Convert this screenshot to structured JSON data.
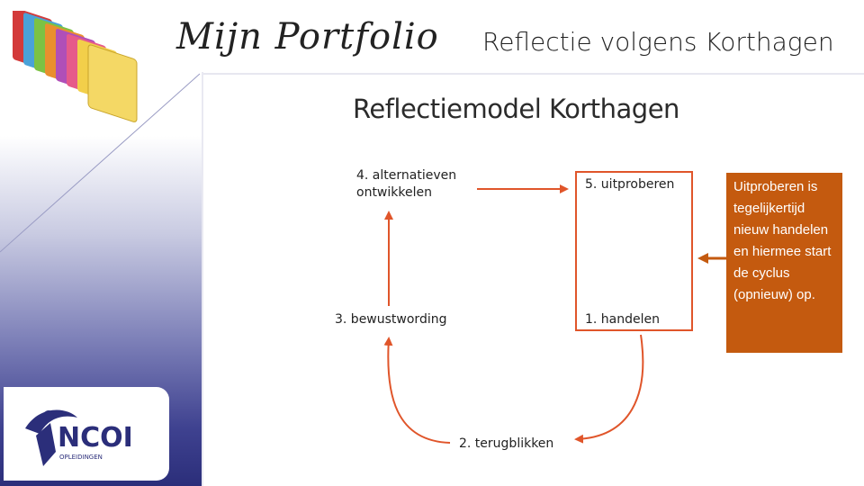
{
  "header": {
    "logo_text": "Mijn Portfolio",
    "slide_title": "Reflectie volgens Korthagen"
  },
  "model": {
    "title": "Reflectiemodel Korthagen",
    "steps": {
      "step1": "1. handelen",
      "step2": "2. terugblikken",
      "step3": "3. bewustwording",
      "step4_line1": "4. alternatieven",
      "step4_line2": "ontwikkelen",
      "step5": "5. uitproberen"
    }
  },
  "note": {
    "text": "Uitproberen is tegelijkertijd nieuw handelen en hiermee start de cyclus (opnieuw) op."
  },
  "logo": {
    "brand": "NCOI",
    "sub": "OPLEIDINGEN"
  },
  "colors": {
    "accent": "#e0552a",
    "note_bg": "#c45a0f",
    "sidebar_dark": "#2b2e7a"
  }
}
